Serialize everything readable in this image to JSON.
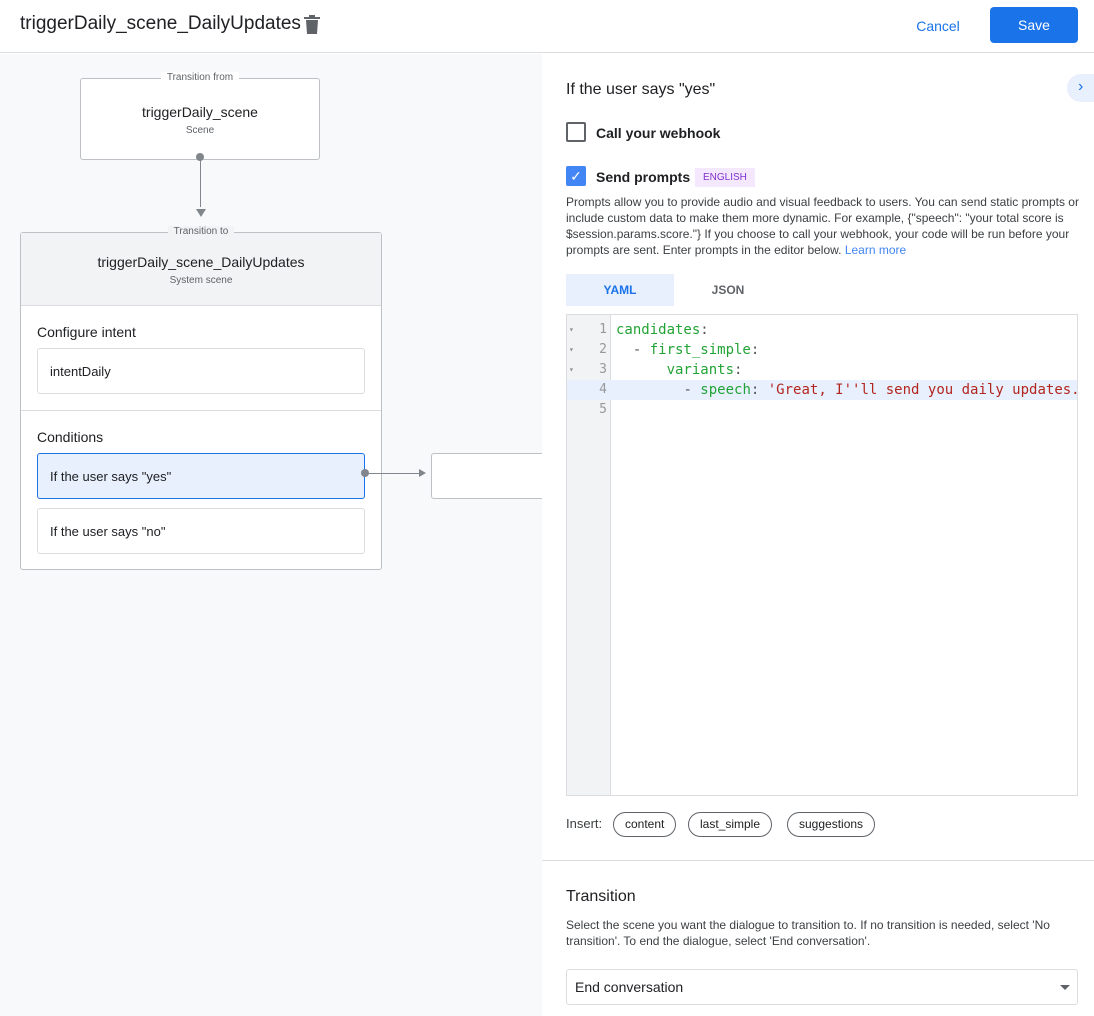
{
  "header": {
    "title": "triggerDaily_scene_DailyUpdates",
    "cancel_label": "Cancel",
    "save_label": "Save"
  },
  "canvas": {
    "from": {
      "label": "Transition from",
      "title": "triggerDaily_scene",
      "subtitle": "Scene"
    },
    "to": {
      "label": "Transition to",
      "title": "triggerDaily_scene_DailyUpdates",
      "subtitle": "System scene",
      "intent_section": "Configure intent",
      "intent": "intentDaily",
      "conditions_section": "Conditions",
      "conditions": [
        "If the user says \"yes\"",
        "If the user says \"no\""
      ]
    }
  },
  "panel": {
    "title": "If the user says \"yes\"",
    "webhook": {
      "label": "Call your webhook",
      "checked": false
    },
    "prompts": {
      "label": "Send prompts",
      "checked": true,
      "badge": "ENGLISH",
      "description": "Prompts allow you to provide audio and visual feedback to users. You can send static prompts or include custom data to make them more dynamic. For example, {\"speech\": \"your total score is $session.params.score.\"} If you choose to call your webhook, your code will be run before your prompts are sent. Enter prompts in the editor below.",
      "learn_more": "Learn more"
    },
    "tabs": [
      "YAML",
      "JSON"
    ],
    "active_tab": "YAML",
    "editor": {
      "lines": [
        {
          "n": "1",
          "fold": "▾",
          "indent": "",
          "dash": "",
          "key": "candidates",
          "val": ""
        },
        {
          "n": "2",
          "fold": "▾",
          "indent": "  ",
          "dash": "- ",
          "key": "first_simple",
          "val": ""
        },
        {
          "n": "3",
          "fold": "▾",
          "indent": "      ",
          "dash": "",
          "key": "variants",
          "val": ""
        },
        {
          "n": "4",
          "fold": "",
          "indent": "        ",
          "dash": "- ",
          "key": "speech",
          "val": " 'Great, I''ll send you daily updates.'"
        },
        {
          "n": "5",
          "fold": "",
          "indent": "",
          "dash": "",
          "key": "",
          "val": ""
        }
      ]
    },
    "insert": {
      "label": "Insert:",
      "chips": [
        "content",
        "last_simple",
        "suggestions"
      ]
    },
    "transition": {
      "title": "Transition",
      "description": "Select the scene you want the dialogue to transition to. If no transition is needed, select 'No transition'. To end the dialogue, select 'End conversation'.",
      "selected": "End conversation"
    }
  },
  "colors": {
    "accent": "#1a73e8",
    "badge_bg": "#f3e8fd",
    "badge_text": "#8430ce",
    "yaml_key": "#22a336",
    "yaml_string": "#b3261e"
  }
}
